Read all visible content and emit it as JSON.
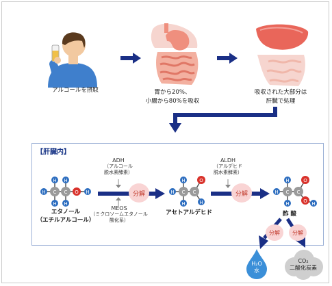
{
  "steps": [
    {
      "caption": "アルコールを摂取"
    },
    {
      "caption_line1": "胃から20%、",
      "caption_line2": "小腸から80%を吸収"
    },
    {
      "caption_line1": "吸収された大部分は",
      "caption_line2": "肝臓で処理"
    }
  ],
  "liver_panel": {
    "title": "【肝臓内】",
    "ethanol": {
      "line1": "エタノール",
      "line2": "（エチルアルコール）"
    },
    "adh": {
      "name": "ADH",
      "line1": "（アルコール",
      "line2": "脱水素酵素）"
    },
    "meos": {
      "name": "MEOS",
      "line1": "（ミクロソームエタノール",
      "line2": "酸化系）"
    },
    "decompose1": "分解",
    "acetaldehyde": "アセトアルデヒド",
    "aldh": {
      "name": "ALDH",
      "line1": "（アルデヒド",
      "line2": "脱水素酵素）"
    },
    "decompose2": "分解",
    "acetic_acid": "酢 酸",
    "decompose3": "分解",
    "decompose4": "分解"
  },
  "products": {
    "water": {
      "formula": "H₂O",
      "name": "水"
    },
    "co2": {
      "formula": "CO₂",
      "name": "二酸化炭素"
    }
  },
  "atoms": {
    "h": "H",
    "c": "C",
    "o": "O"
  },
  "colors": {
    "arrow": "#1a2f86",
    "hydrogen": "#2f6fc0",
    "carbon": "#9a9a9a",
    "oxygen": "#d9322b",
    "pink_bubble": "#f9d4d4",
    "water_drop": "#3b8fd8",
    "smoke": "#cfcfcf"
  }
}
